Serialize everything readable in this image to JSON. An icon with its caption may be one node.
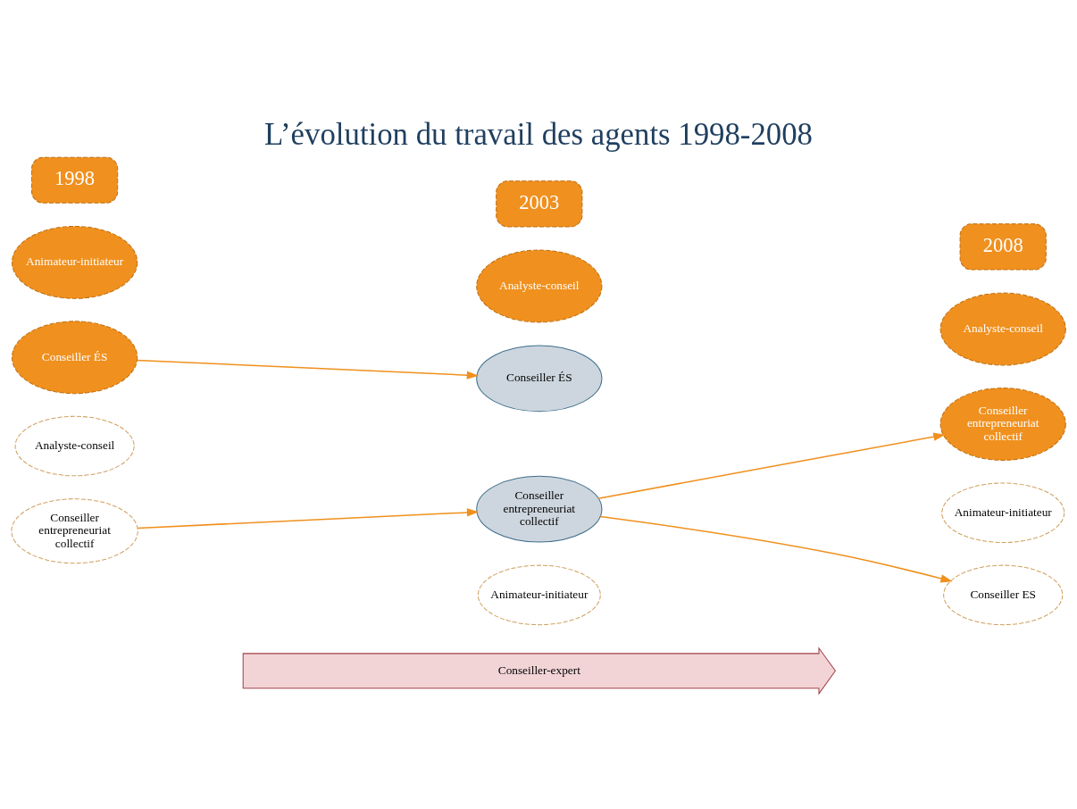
{
  "diagram": {
    "title": "L’évolution du travail des agents 1998-2008",
    "nodes": [
      {
        "text": [
          "1998"
        ]
      },
      {
        "text": [
          "2003"
        ]
      },
      {
        "text": [
          "2008"
        ]
      },
      {
        "text": [
          "Animateur-initiateur"
        ]
      },
      {
        "text": [
          "Conseiller ÉS"
        ]
      },
      {
        "text": [
          "Analyste-conseil"
        ]
      },
      {
        "text": [
          "Conseiller entrepreneuriat collectif"
        ]
      },
      {
        "text": [
          "Analyste-conseil"
        ]
      },
      {
        "text": [
          "Conseiller ÉS"
        ]
      },
      {
        "text": [
          "Conseiller entrepreneuriat collectif"
        ]
      },
      {
        "text": [
          "Animateur-initiateur"
        ]
      },
      {
        "text": [
          "Analyste-conseil"
        ]
      },
      {
        "text": [
          "Conseiller entrepreneuriat collectif"
        ]
      },
      {
        "text": [
          "Animateur-initiateur"
        ]
      },
      {
        "text": [
          "Conseiller ES"
        ]
      },
      {
        "text": [
          "Conseiller-expert"
        ]
      }
    ],
    "edges": [
      {
        "from": 4,
        "to": 8,
        "arrow": "to"
      },
      {
        "from": 6,
        "to": 9,
        "arrow": "to"
      },
      {
        "from": 9,
        "to": 12,
        "arrow": "to"
      },
      {
        "from": 9,
        "to": 14,
        "arrow": "to"
      }
    ]
  }
}
